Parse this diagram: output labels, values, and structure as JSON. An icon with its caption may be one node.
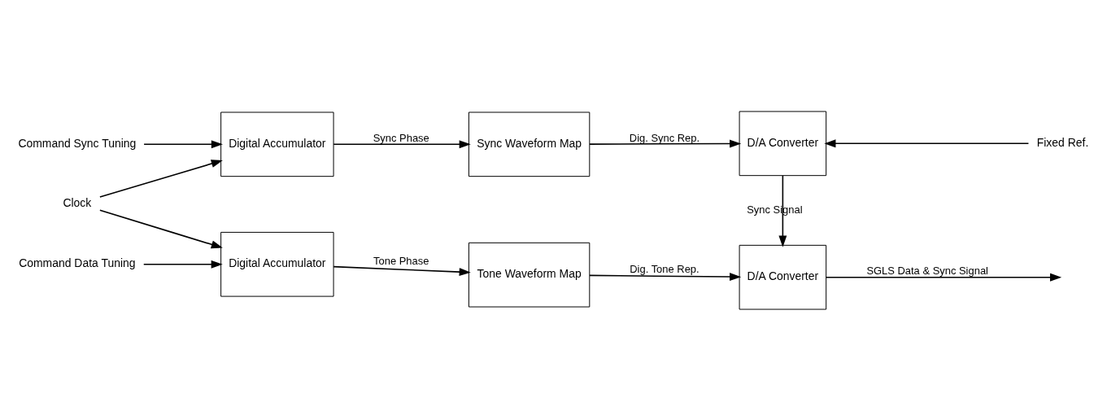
{
  "diagram": {
    "nodes": [
      {
        "text": [
          "Command Sync Tuning"
        ]
      },
      {
        "text": [
          "Digital Accumulator"
        ]
      },
      {
        "text": [
          "Sync Waveform Map"
        ]
      },
      {
        "text": [
          "D/A Converter"
        ]
      },
      {
        "text": [
          "Fixed Ref."
        ]
      },
      {
        "text": [
          "Command Data Tuning"
        ]
      },
      {
        "text": [
          "Digital Accumulator"
        ]
      },
      {
        "text": [
          "Tone Waveform Map"
        ]
      },
      {
        "text": [
          "D/A Converter"
        ]
      },
      {
        "text": [
          "Clock"
        ]
      }
    ],
    "edges": [
      {
        "from": 0,
        "to": 1,
        "arrow": "to"
      },
      {
        "from": 9,
        "to": 1,
        "arrow": "to"
      },
      {
        "from": 1,
        "to": 2,
        "arrow": "to",
        "label": "Sync Phase"
      },
      {
        "from": 2,
        "to": 3,
        "arrow": "to",
        "label": "Dig. Sync Rep."
      },
      {
        "from": 4,
        "to": 3,
        "arrow": "to"
      },
      {
        "from": 3,
        "to": 8,
        "arrow": "to",
        "label": "Sync Signal"
      },
      {
        "from": 5,
        "to": 6,
        "arrow": "to"
      },
      {
        "from": 9,
        "to": 6,
        "arrow": "to"
      },
      {
        "from": 6,
        "to": 7,
        "arrow": "to",
        "label": "Tone Phase"
      },
      {
        "from": 7,
        "to": 8,
        "arrow": "to",
        "label": "Dig. Tone Rep."
      },
      {
        "from": 8,
        "to": null,
        "arrow": "to",
        "label": "SGLS Data & Sync Signal"
      }
    ]
  }
}
